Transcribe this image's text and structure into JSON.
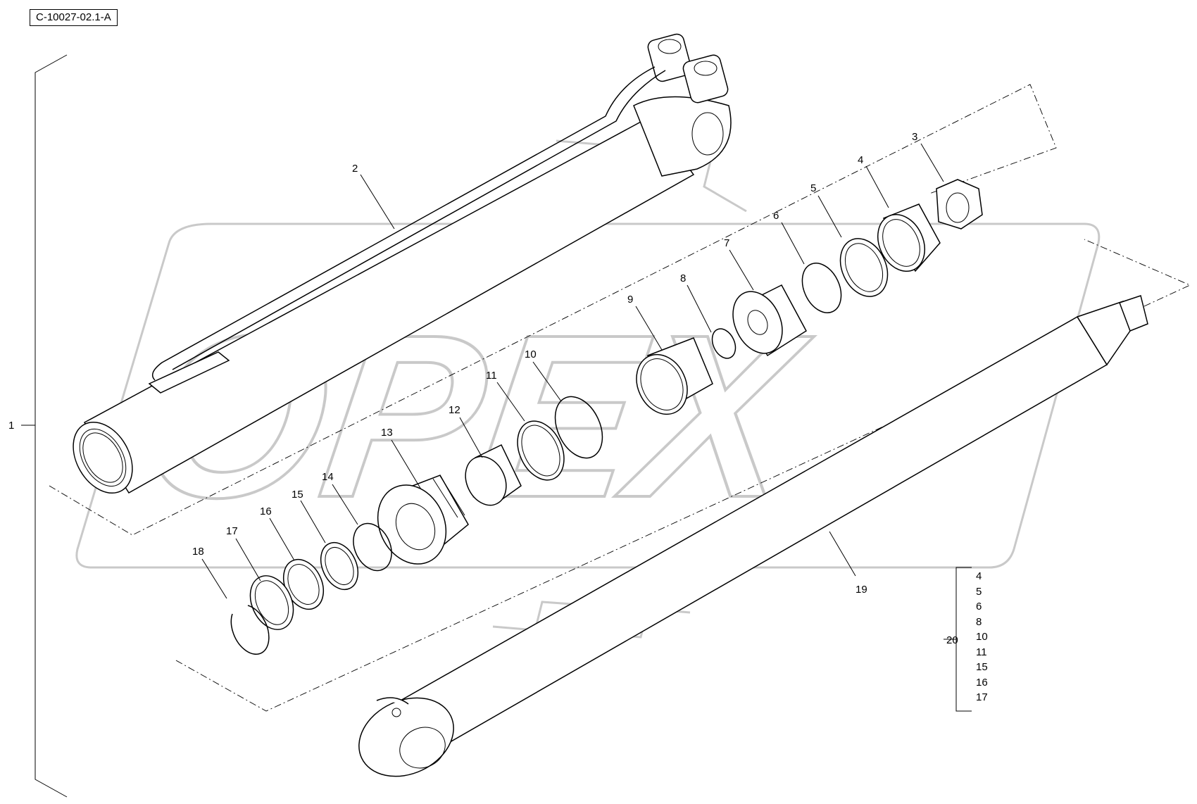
{
  "drawing_id": "C-10027-02.1-A",
  "callouts": {
    "p1": "1",
    "p2": "2",
    "p3": "3",
    "p4": "4",
    "p5": "5",
    "p6": "6",
    "p7": "7",
    "p8": "8",
    "p9": "9",
    "p10": "10",
    "p11": "11",
    "p12": "12",
    "p13": "13",
    "p14": "14",
    "p15": "15",
    "p16": "16",
    "p17": "17",
    "p18": "18",
    "p19": "19",
    "p20": "20"
  },
  "kit_20_items": [
    "4",
    "5",
    "6",
    "8",
    "10",
    "11",
    "15",
    "16",
    "17"
  ],
  "watermark": "OPEX"
}
